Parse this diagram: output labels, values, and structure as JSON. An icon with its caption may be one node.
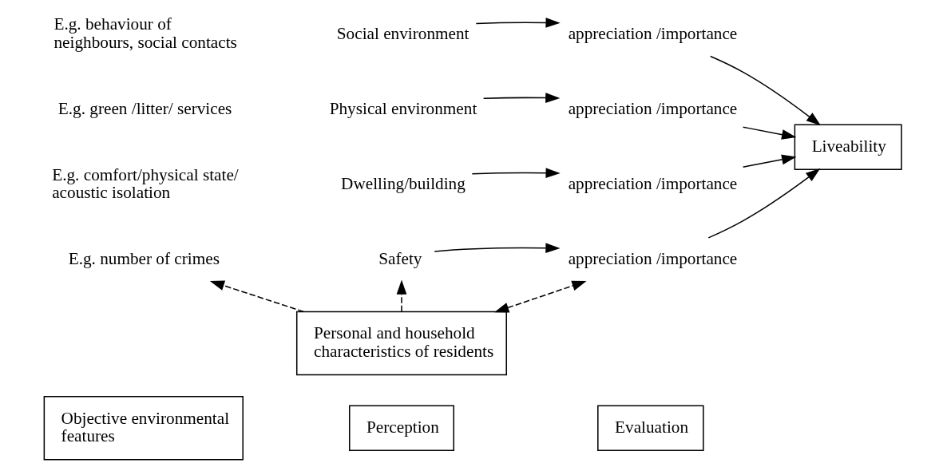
{
  "diagram": {
    "nodes": [
      {
        "text": [
          "Objective environmental features"
        ]
      },
      {
        "text": [
          "Perception"
        ]
      },
      {
        "text": [
          "Evaluation"
        ]
      },
      {
        "text": [
          "E.g. behaviour of neighbours, social contacts"
        ]
      },
      {
        "text": [
          "Social environment"
        ]
      },
      {
        "text": [
          "appreciation /importance"
        ]
      },
      {
        "text": [
          "E.g. green /litter/ services"
        ]
      },
      {
        "text": [
          "Physical environment"
        ]
      },
      {
        "text": [
          "appreciation /importance"
        ]
      },
      {
        "text": [
          "Liveability"
        ]
      },
      {
        "text": [
          "E.g. comfort/physical state/ acoustic isolation"
        ]
      },
      {
        "text": [
          "Dwelling/building"
        ]
      },
      {
        "text": [
          "appreciation /importance"
        ]
      },
      {
        "text": [
          "E.g. number of crimes"
        ]
      },
      {
        "text": [
          "Safety"
        ]
      },
      {
        "text": [
          "appreciation /importance"
        ]
      },
      {
        "text": [
          "Personal and household characteristics of residents"
        ]
      }
    ],
    "edges": [
      {
        "from": 4,
        "to": 5,
        "arrow": "to"
      },
      {
        "from": 5,
        "to": 9,
        "arrow": "to"
      },
      {
        "from": 7,
        "to": 8,
        "arrow": "to"
      },
      {
        "from": 8,
        "to": 9,
        "arrow": "to"
      },
      {
        "from": 11,
        "to": 12,
        "arrow": "to"
      },
      {
        "from": 12,
        "to": 9,
        "arrow": "to"
      },
      {
        "from": 14,
        "to": 15,
        "arrow": "to"
      },
      {
        "from": 15,
        "to": 9,
        "arrow": "to"
      },
      {
        "from": 16,
        "to": 13,
        "arrow": "to",
        "style": "dashed"
      },
      {
        "from": 16,
        "to": 14,
        "arrow": "to",
        "style": "dashed"
      },
      {
        "from": 16,
        "to": 15,
        "arrow": "both",
        "style": "dashed"
      }
    ]
  }
}
